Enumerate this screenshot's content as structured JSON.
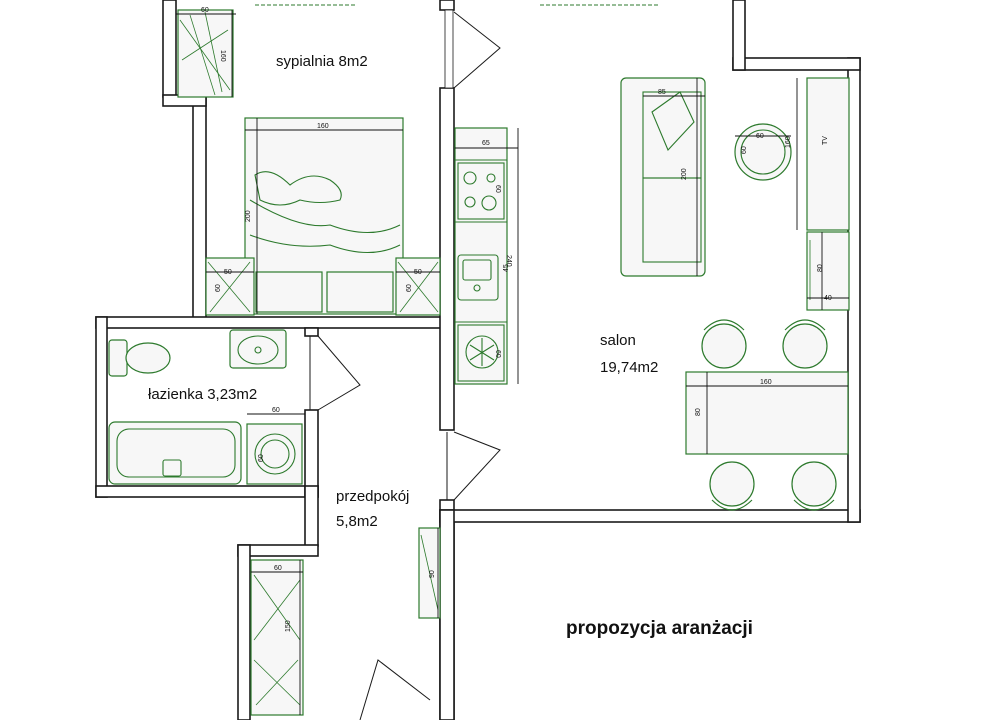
{
  "rooms": {
    "bedroom": "sypialnia 8m2",
    "bathroom": "łazienka 3,23m2",
    "hall_name": "przedpokój",
    "hall_area": "5,8m2",
    "living_name": "salon",
    "living_area": "19,74m2"
  },
  "title": "propozycja aranżacji",
  "dims": {
    "wardrobe_top_w": "60",
    "wardrobe_top_h": "160",
    "bed_w": "160",
    "bed_h": "200",
    "nightstand_left_w": "50",
    "nightstand_left_h": "60",
    "nightstand_right_w": "50",
    "nightstand_right_h": "60",
    "kitchen_depth": "65",
    "kitchen_len": "240",
    "hob": "60",
    "sink": "45",
    "fridge": "60",
    "sofa_w": "85",
    "sofa_h": "200",
    "table_round": "60",
    "table_round_h": "60",
    "tv_len": "160",
    "tv_label": "TV",
    "shelf_h": "80",
    "shelf_w": "40",
    "dining_w": "160",
    "dining_h": "80",
    "washer_w": "60",
    "washer_h": "60",
    "hall_wardrobe_w": "60",
    "hall_wardrobe_h": "150",
    "hall_shelf": "90"
  }
}
